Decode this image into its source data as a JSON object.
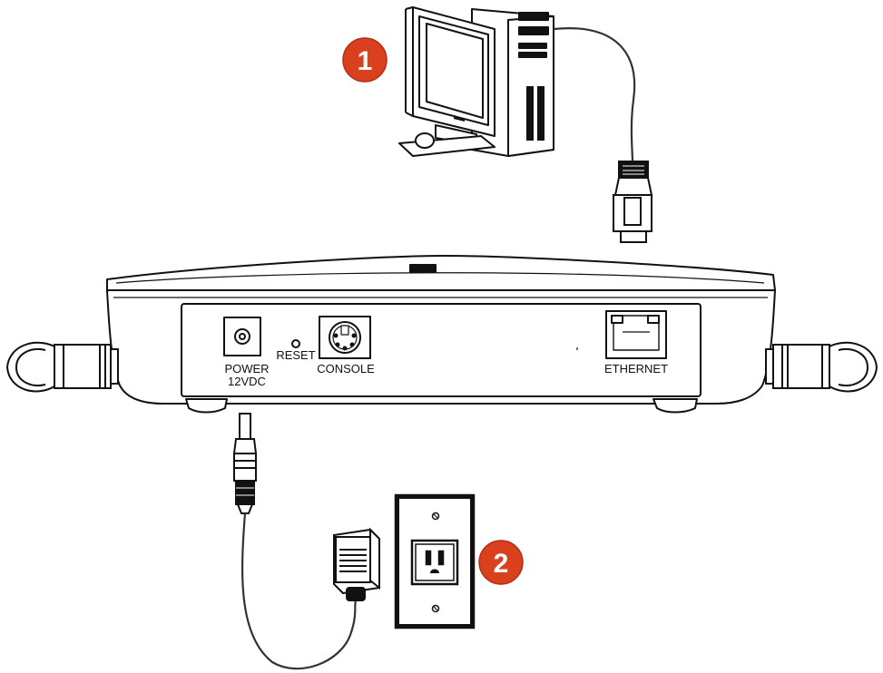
{
  "callouts": {
    "step1": "1",
    "step2": "2",
    "color": "#d9401e"
  },
  "ports": {
    "power_line1": "POWER",
    "power_line2": "12VDC",
    "reset": "RESET",
    "console": "CONSOLE",
    "ethernet": "ETHERNET"
  },
  "icons": [
    "computer-icon",
    "ethernet-plug-icon",
    "power-plug-icon",
    "power-adapter-icon",
    "wall-outlet-icon"
  ]
}
